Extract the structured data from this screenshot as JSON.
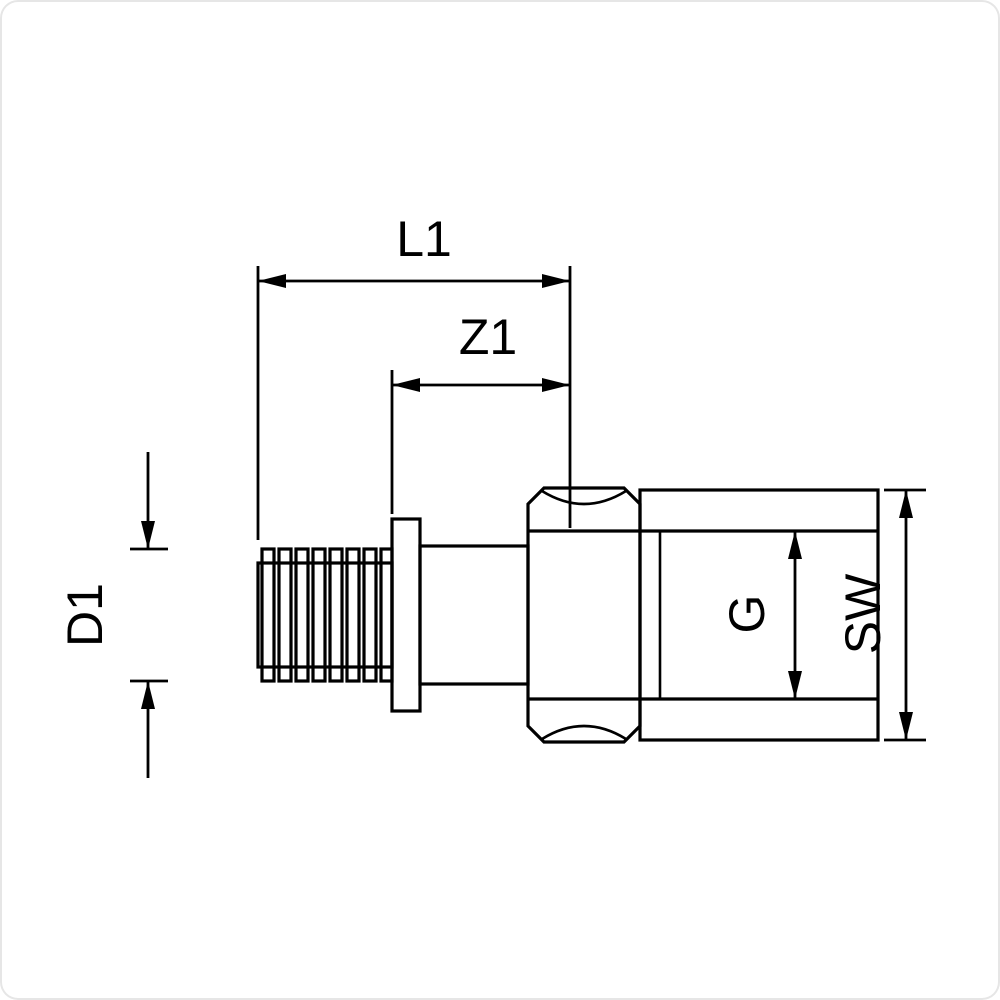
{
  "page": {
    "background": "#ffffff",
    "line_color": "#000000",
    "frame_color": "#e6e6e6"
  },
  "dimensions": {
    "length_overall": "L1",
    "insertion_length": "Z1",
    "pipe_diameter": "D1",
    "thread_size": "G",
    "wrench_size": "SW"
  }
}
